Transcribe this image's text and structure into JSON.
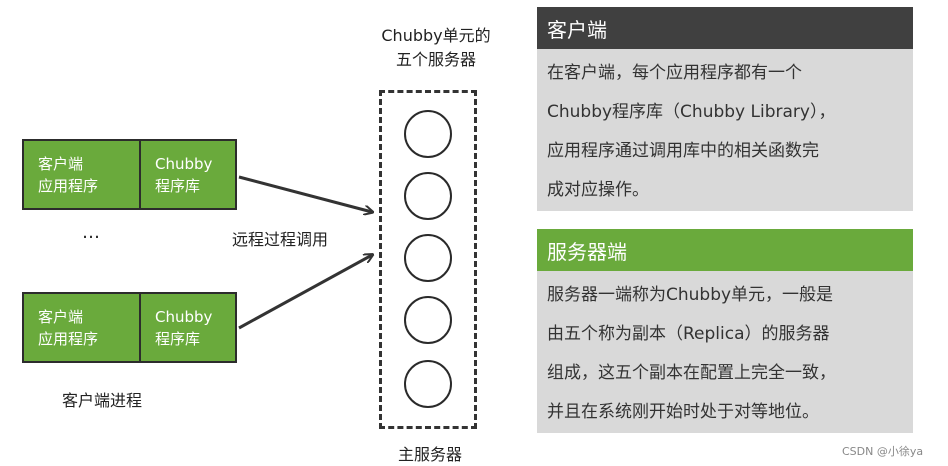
{
  "server_group_label": [
    "Chubby单元的",
    "五个服务器"
  ],
  "master_label": "主服务器",
  "rpc_label": "远程过程调用",
  "ellipsis": "…",
  "client_process_label": "客户端进程",
  "clients": [
    {
      "app": [
        "客户端",
        "应用程序"
      ],
      "lib": [
        "Chubby",
        "程序库"
      ]
    },
    {
      "app": [
        "客户端",
        "应用程序"
      ],
      "lib": [
        "Chubby",
        "程序库"
      ]
    }
  ],
  "panels": {
    "client": {
      "title": "客户端",
      "header_color": "#404040",
      "lines": [
        "在客户端，每个应用程序都有一个",
        "Chubby程序库（Chubby Library），",
        "应用程序通过调用库中的相关函数完",
        "成对应操作。"
      ]
    },
    "server": {
      "title": "服务器端",
      "header_color": "#6aaa3c",
      "lines": [
        "服务器一端称为Chubby单元，一般是",
        "由五个称为副本（Replica）的服务器",
        "组成，这五个副本在配置上完全一致，",
        "并且在系统刚开始时处于对等地位。"
      ]
    }
  },
  "watermark": "CSDN @小徐ya",
  "colors": {
    "green": "#6aaa3c",
    "dark": "#404040",
    "panel_bg": "#d9d9d9"
  }
}
